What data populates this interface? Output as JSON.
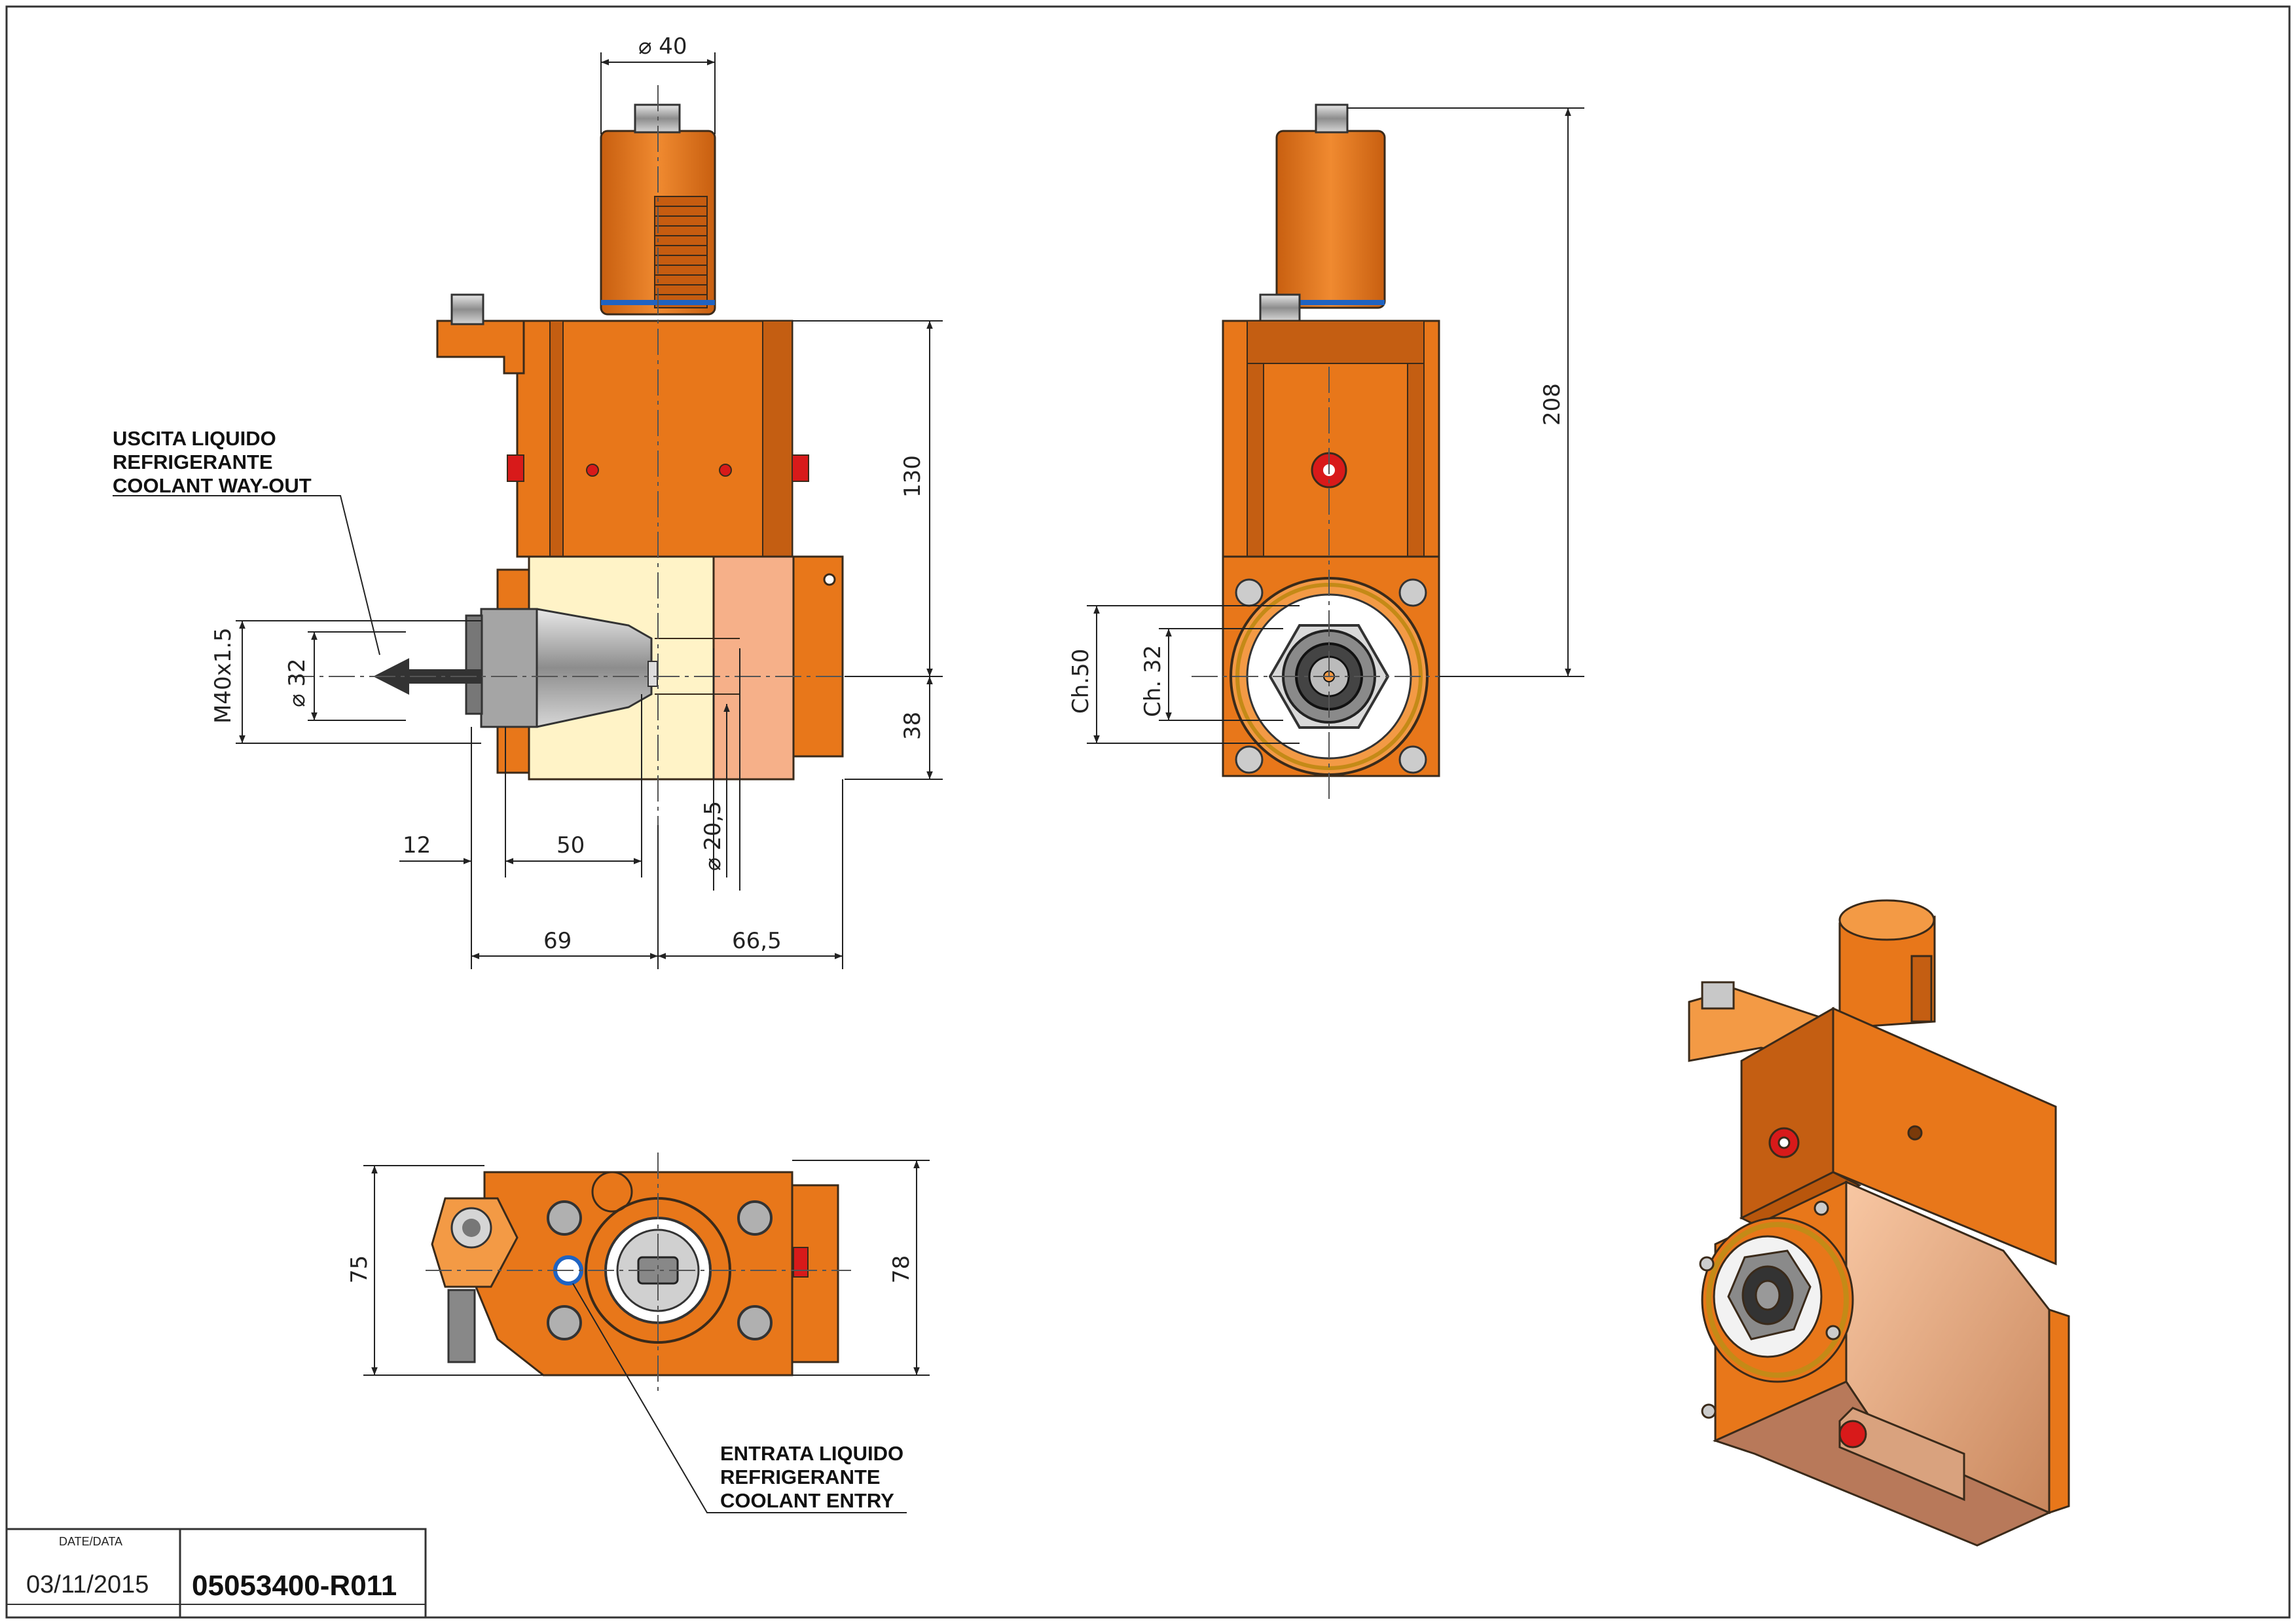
{
  "colors": {
    "orange": "#e8771a",
    "orange_dark": "#b8560c",
    "orange_light": "#f39a45",
    "cream": "#fff3c7",
    "salmon": "#f6b089",
    "steel": "#b0b0b0",
    "steel_dark": "#5a5a5a",
    "red": "#d81a1a",
    "blue": "#1f63c2",
    "gold": "#c48a17"
  },
  "side_view": {
    "dims": {
      "d40": "40",
      "d130": "130",
      "d38": "38",
      "m40": "M40x1.5",
      "d32": "32",
      "d12": "12",
      "d50": "50",
      "d20": "20,5",
      "d69": "69",
      "d66": "66,5"
    },
    "note_way_out": [
      "USCITA LIQUIDO",
      "REFRIGERANTE",
      "COOLANT WAY-OUT"
    ]
  },
  "front_view": {
    "dims": {
      "d208": "208",
      "ch50": "Ch.50",
      "ch32": "Ch. 32"
    }
  },
  "top_view": {
    "dims": {
      "d75": "75",
      "d78": "78"
    },
    "note_entry": [
      "ENTRATA LIQUIDO",
      "REFRIGERANTE",
      "COOLANT ENTRY"
    ]
  },
  "title_block": {
    "date_label": "DATE/DATA",
    "date": "03/11/2015",
    "code": "05053400-R011"
  }
}
